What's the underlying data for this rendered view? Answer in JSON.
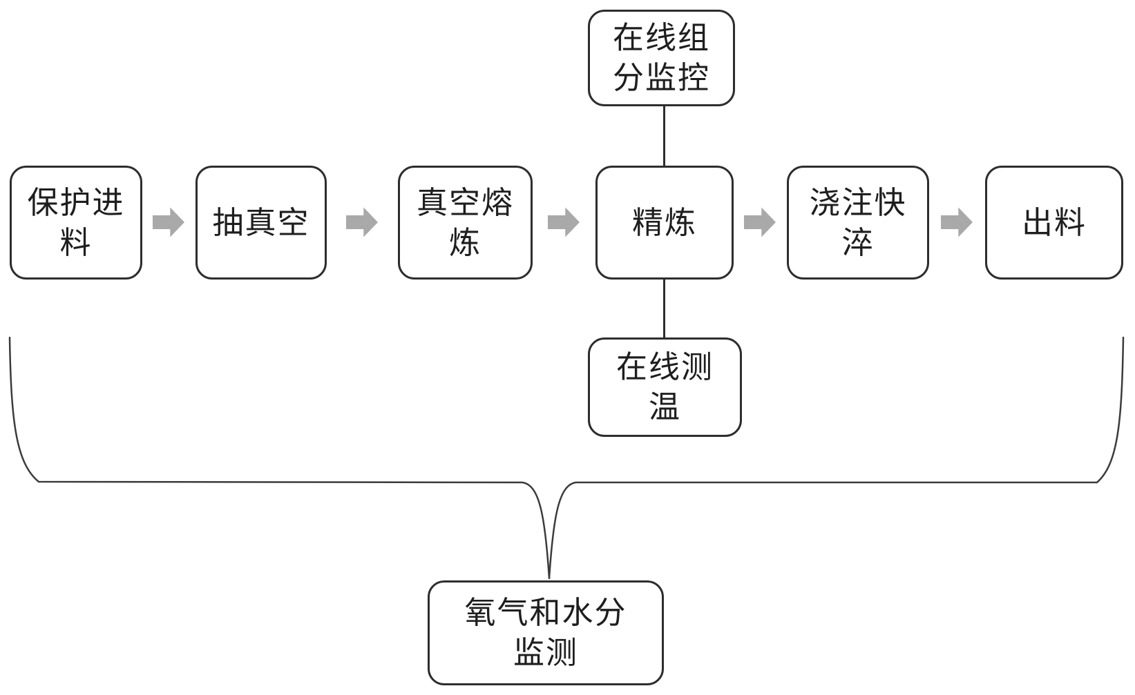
{
  "diagram": {
    "type": "process-flowchart",
    "colors": {
      "background": "#ffffff",
      "node_border": "#2d2d2d",
      "node_fill": "#ffffff",
      "arrow_fill": "#a9a9a9",
      "connector_line": "#2d2d2d",
      "text": "#1e1e1e"
    },
    "process_flow": [
      {
        "id": "protective-feeding",
        "label": "保护进料",
        "display": "保护进\n料"
      },
      {
        "id": "vacuum-pumping",
        "label": "抽真空",
        "display": "抽真空"
      },
      {
        "id": "vacuum-melting",
        "label": "真空熔炼",
        "display": "真空熔\n炼"
      },
      {
        "id": "refining",
        "label": "精炼",
        "display": "精炼"
      },
      {
        "id": "pouring-rapid-quenching",
        "label": "浇注快淬",
        "display": "浇注快\n淬"
      },
      {
        "id": "discharging",
        "label": "出料",
        "display": "出料"
      }
    ],
    "monitoring_nodes": [
      {
        "id": "online-composition-monitoring",
        "label": "在线组分监控",
        "display": "在线组\n分监控"
      },
      {
        "id": "online-temperature-measurement",
        "label": "在线测温",
        "display": "在线测\n温"
      },
      {
        "id": "oxygen-moisture-monitoring",
        "label": "氧气和水分监测",
        "display": "氧气和水分\n监测"
      }
    ],
    "connections": [
      {
        "from": "保护进料",
        "to": "抽真空",
        "style": "block-arrow"
      },
      {
        "from": "抽真空",
        "to": "真空熔炼",
        "style": "block-arrow"
      },
      {
        "from": "真空熔炼",
        "to": "精炼",
        "style": "block-arrow"
      },
      {
        "from": "精炼",
        "to": "浇注快淬",
        "style": "block-arrow"
      },
      {
        "from": "浇注快淬",
        "to": "出料",
        "style": "block-arrow"
      },
      {
        "from": "在线组分监控",
        "to": "精炼",
        "style": "line"
      },
      {
        "from": "精炼",
        "to": "在线测温",
        "style": "line"
      },
      {
        "from": "氧气和水分监测",
        "to": "保护进料…出料 (整行)",
        "style": "brace"
      }
    ]
  }
}
